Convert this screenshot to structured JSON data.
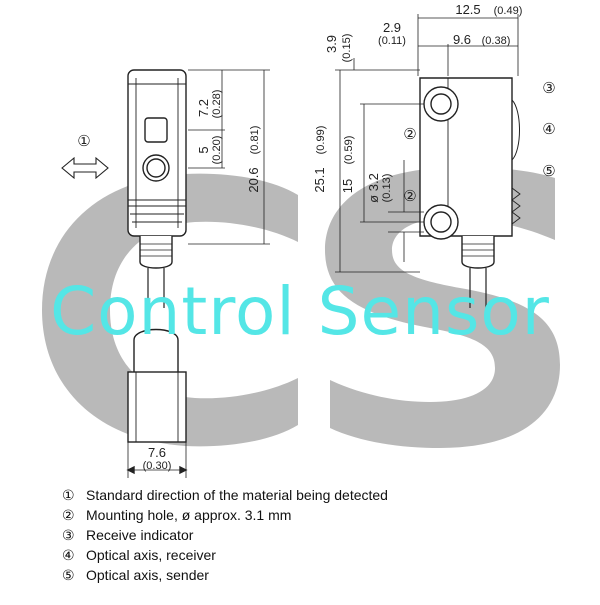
{
  "watermark": {
    "letters": "CS",
    "brand_text": "Control Sensor",
    "colors": {
      "letters": "#b9b9b9",
      "brand": "#54e6e6"
    }
  },
  "dimensions": {
    "width_total": {
      "value": "12.5",
      "inch": "(0.49)"
    },
    "offset_small": {
      "value": "2.9",
      "inch": "(0.11)"
    },
    "width_body": {
      "value": "9.6",
      "inch": "(0.38)"
    },
    "top_offset": {
      "value": "3.9",
      "inch": "(0.15)"
    },
    "axis_offset": {
      "value": "7.2",
      "inch": "(0.28)"
    },
    "indicator_len": {
      "value": "5",
      "inch": "(0.20)"
    },
    "body_height": {
      "value": "20.6",
      "inch": "(0.81)"
    },
    "total_height": {
      "value": "25.1",
      "inch": "(0.99)"
    },
    "hole_spacing": {
      "value": "15",
      "inch": "(0.59)"
    },
    "hole_dia": {
      "value": "ø 3.2",
      "inch": "(0.13)"
    },
    "front_width": {
      "value": "7.6",
      "inch": "(0.30)"
    }
  },
  "callouts": {
    "c1": "①",
    "c2a": "②",
    "c2b": "②",
    "c3": "③",
    "c4": "④",
    "c5": "⑤"
  },
  "legend": [
    {
      "num": "①",
      "text": "Standard direction of the material being detected"
    },
    {
      "num": "②",
      "text": "Mounting hole, ø approx. 3.1 mm"
    },
    {
      "num": "③",
      "text": "Receive indicator"
    },
    {
      "num": "④",
      "text": "Optical axis, receiver"
    },
    {
      "num": "⑤",
      "text": "Optical axis, sender"
    }
  ]
}
